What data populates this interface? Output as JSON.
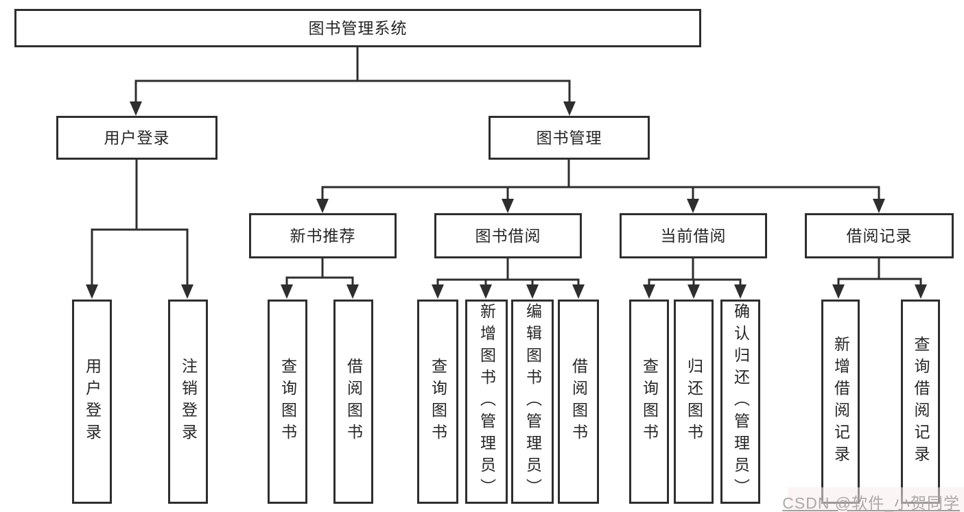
{
  "title": "图书管理系统",
  "level1": [
    "用户登录",
    "图书管理"
  ],
  "level2": [
    "新书推荐",
    "图书借阅",
    "当前借阅",
    "借阅记录"
  ],
  "leaves": {
    "user": [
      "用户登录",
      "注销登录"
    ],
    "recommend": [
      "查询图书",
      "借阅图书"
    ],
    "borrow": [
      "查询图书",
      "新增图书（管理员）",
      "编辑图书（管理员）",
      "借阅图书"
    ],
    "current": [
      "查询图书",
      "归还图书",
      "确认归还（管理员）"
    ],
    "records": [
      "新增借阅记录",
      "查询借阅记录"
    ]
  },
  "watermark": "CSDN @软件_小贺同学",
  "colors": {
    "line": "#2e2e2e",
    "text": "#262626",
    "box_background": "#ffffff",
    "page_background": "#ffffff",
    "watermark_text": "#a8a4a4"
  }
}
